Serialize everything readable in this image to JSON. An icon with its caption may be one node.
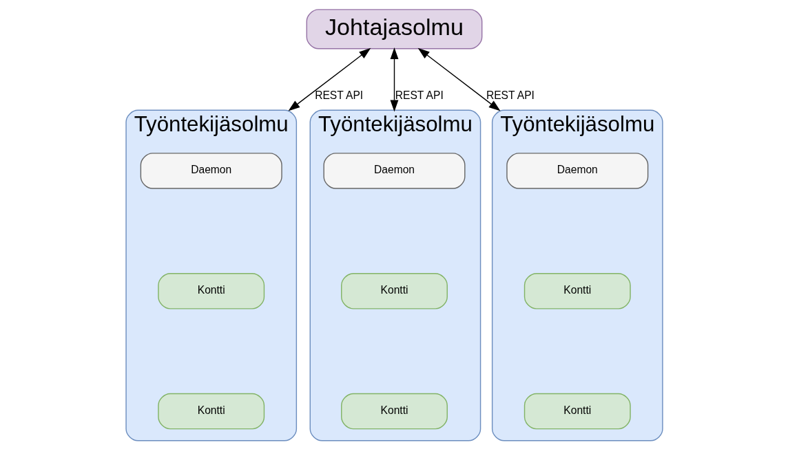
{
  "diagram": {
    "nodes": [
      {
        "text": [
          "Johtajasolmu"
        ]
      },
      {
        "text": [
          "Työntekijäsolmu"
        ]
      },
      {
        "text": [
          "Daemon"
        ],
        "in": 1
      },
      {
        "text": [
          "Kontti"
        ],
        "in": 1
      },
      {
        "text": [
          "Kontti"
        ],
        "in": 1
      },
      {
        "text": [
          "Työntekijäsolmu"
        ]
      },
      {
        "text": [
          "Daemon"
        ],
        "in": 5
      },
      {
        "text": [
          "Kontti"
        ],
        "in": 5
      },
      {
        "text": [
          "Kontti"
        ],
        "in": 5
      },
      {
        "text": [
          "Työntekijäsolmu"
        ]
      },
      {
        "text": [
          "Daemon"
        ],
        "in": 9
      },
      {
        "text": [
          "Kontti"
        ],
        "in": 9
      },
      {
        "text": [
          "Kontti"
        ],
        "in": 9
      }
    ],
    "edges": [
      {
        "from": 0,
        "to": 1,
        "arrow": "both",
        "label": "REST API"
      },
      {
        "from": 0,
        "to": 5,
        "arrow": "both",
        "label": "REST API"
      },
      {
        "from": 0,
        "to": 9,
        "arrow": "both",
        "label": "REST API"
      }
    ]
  }
}
